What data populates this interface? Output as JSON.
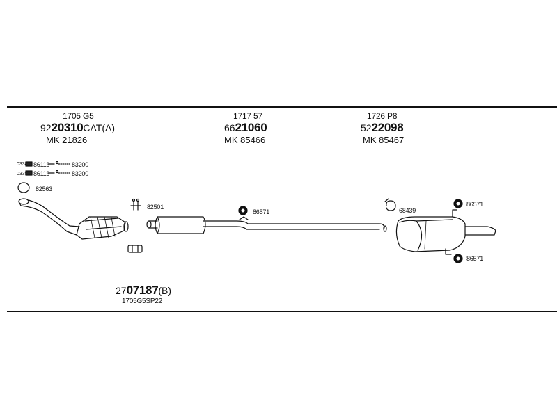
{
  "columns": [
    {
      "code": "1705 G5",
      "prefix": "92",
      "number": "20310",
      "suffix": "CAT(A)",
      "mk": "MK  21826"
    },
    {
      "code": "1717 57",
      "prefix": "66",
      "number": "21060",
      "suffix": "",
      "mk": "MK  85466"
    },
    {
      "code": "1726 P8",
      "prefix": "52",
      "number": "22098",
      "suffix": "",
      "mk": "MK  85467"
    }
  ],
  "fittings": {
    "tag_1": "0338",
    "tag_2": "0338",
    "row1_left": "86119",
    "row1_right": "83200",
    "row2_left": "86119",
    "row2_right": "83200",
    "gasket": "82563",
    "clamp_front": "82501",
    "hanger_mid": "86571",
    "ring_rear": "68439",
    "hanger_rear_top": "86571",
    "hanger_rear_bottom": "86571"
  },
  "kit": {
    "prefix": "27",
    "number": "07187",
    "suffix": "(B)",
    "code": "1705G5SP22"
  }
}
